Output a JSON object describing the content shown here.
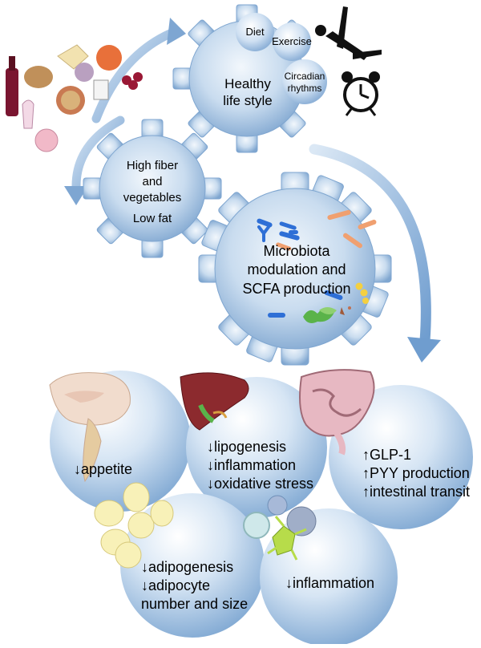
{
  "lifestyle": {
    "title": "Healthy\nlife style",
    "bubbles": [
      "Diet",
      "Exercise",
      "Circadian\nrhythms"
    ],
    "icons": [
      "food-icon",
      "exercise-person-icon",
      "alarm-clock-icon"
    ]
  },
  "diet_gear": {
    "line1": "High fiber",
    "line2": "and",
    "line3": "vegetables",
    "line4": "Low fat"
  },
  "microbiota_gear": {
    "title": "Microbiota\nmodulation and\nSCFA production"
  },
  "outcomes": {
    "brain": {
      "lines": [
        "↓appetite"
      ]
    },
    "liver": {
      "lines": [
        "↓lipogenesis",
        "↓inflammation",
        "↓oxidative stress"
      ]
    },
    "intestine": {
      "lines": [
        "↑GLP-1",
        "↑PYY production",
        "↑intestinal transit"
      ]
    },
    "adipose": {
      "lines": [
        "↓adipogenesis",
        "↓adipocyte",
        "number and size"
      ]
    },
    "immune": {
      "lines": [
        "↓inflammation"
      ]
    }
  },
  "colors": {
    "gear_fill": "#a9c7e6",
    "gear_edge": "#5b87b8",
    "circle_fill": "#b8d0ea",
    "arrow": "#6f9dcf"
  }
}
